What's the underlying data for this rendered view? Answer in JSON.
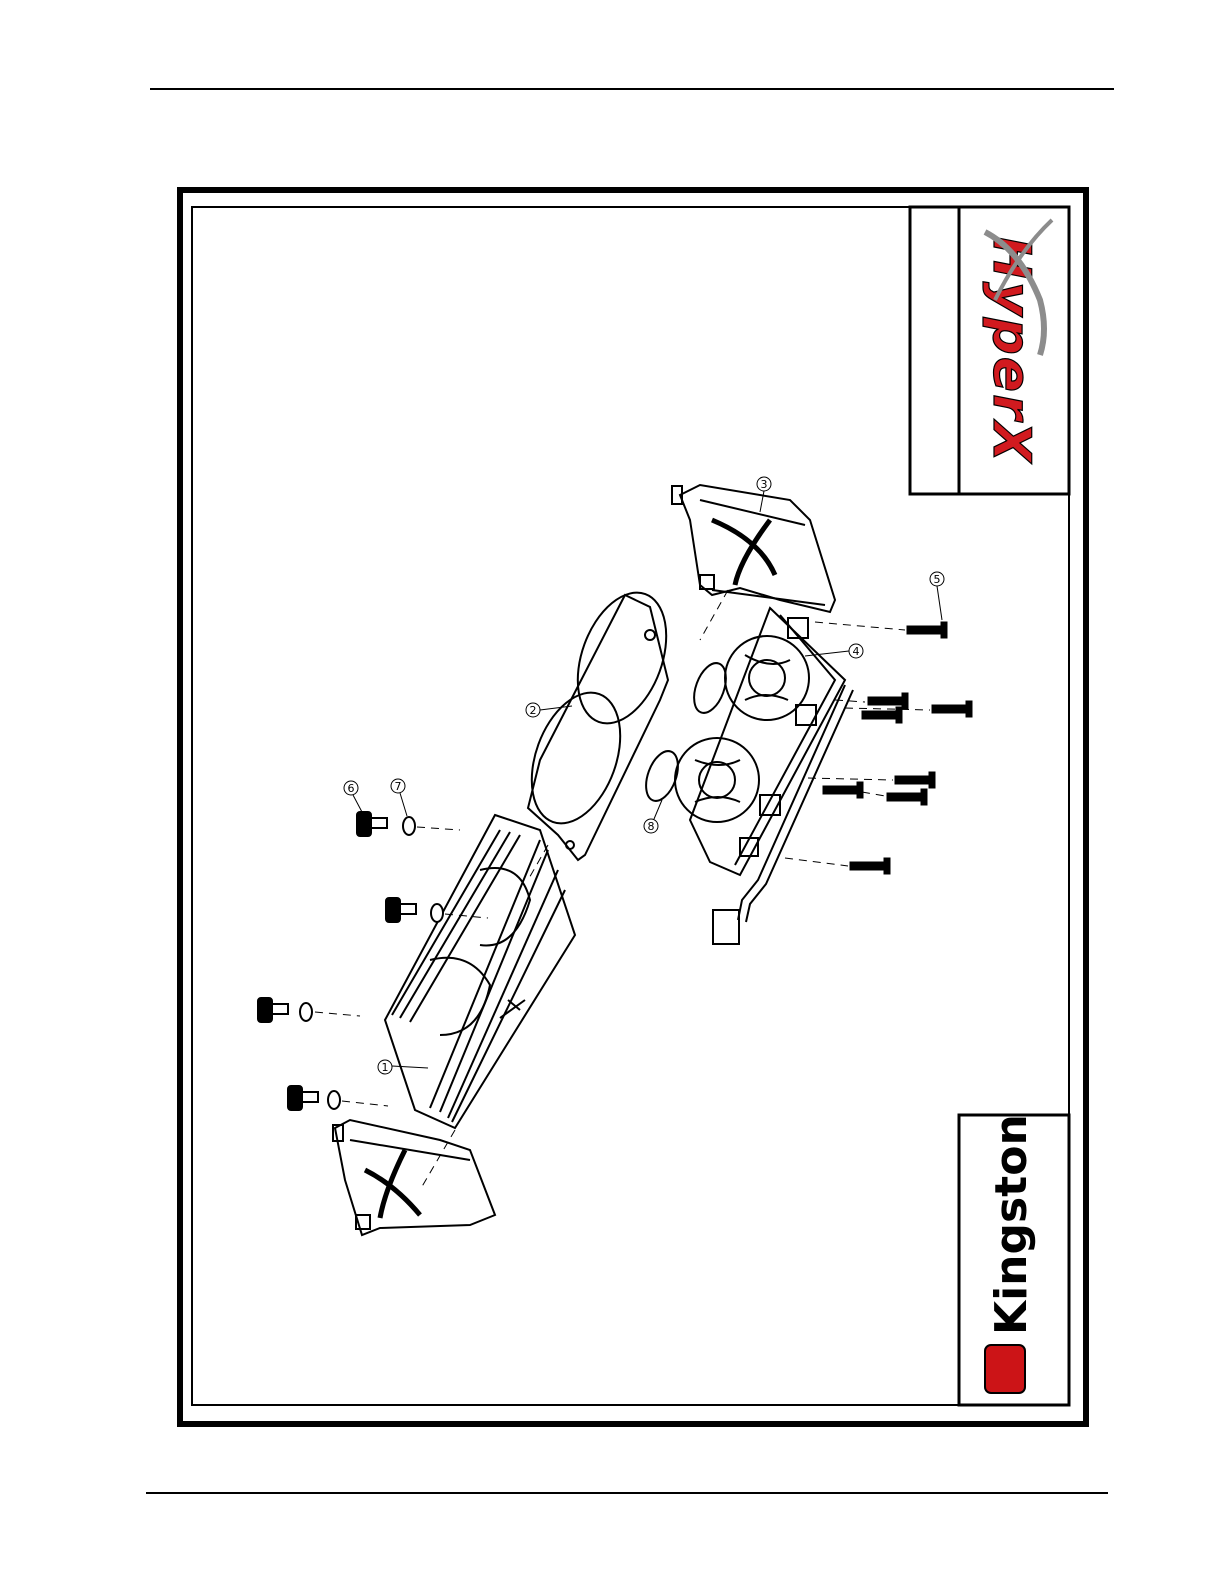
{
  "drawing": {
    "brand_logo": "HyperX",
    "maker_logo": "Kingston",
    "callouts": [
      "1",
      "2",
      "3",
      "4",
      "5",
      "6",
      "7",
      "8"
    ]
  },
  "colors": {
    "ink": "#000000",
    "hyperx_red": "#d11a1f",
    "hyperx_silver": "#8c8c8c",
    "kingston_red": "#cc1417"
  }
}
